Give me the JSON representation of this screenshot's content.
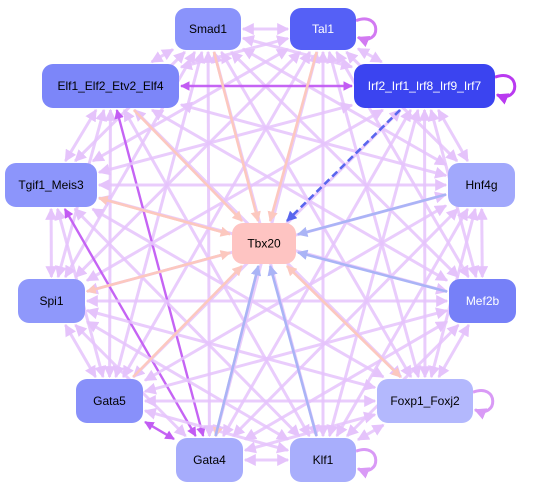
{
  "graph": {
    "center": "Tbx20",
    "nodes": [
      {
        "id": "Smad1",
        "label": "Smad1",
        "fill": "#8a93fb",
        "text_color": "#000000"
      },
      {
        "id": "Tal1",
        "label": "Tal1",
        "fill": "#5560f6",
        "text_color": "#ffffff"
      },
      {
        "id": "Elf",
        "label": "Elf1_Elf2_Etv2_Elf4",
        "fill": "#7c86f9",
        "text_color": "#000000"
      },
      {
        "id": "Irf",
        "label": "Irf2_Irf1_Irf8_Irf9_Irf7",
        "fill": "#3b44f0",
        "text_color": "#ffffff"
      },
      {
        "id": "Tgif1",
        "label": "Tgif1_Meis3",
        "fill": "#8c95fb",
        "text_color": "#000000"
      },
      {
        "id": "Hnf4g",
        "label": "Hnf4g",
        "fill": "#a1a8fc",
        "text_color": "#000000"
      },
      {
        "id": "Tbx20",
        "label": "Tbx20",
        "fill": "#fec4c2",
        "text_color": "#000000"
      },
      {
        "id": "Spi1",
        "label": "Spi1",
        "fill": "#8f98fb",
        "text_color": "#000000"
      },
      {
        "id": "Mef2b",
        "label": "Mef2b",
        "fill": "#7680f8",
        "text_color": "#ffffff"
      },
      {
        "id": "Gata5",
        "label": "Gata5",
        "fill": "#8890fa",
        "text_color": "#000000"
      },
      {
        "id": "Foxp1",
        "label": "Foxp1_Foxj2",
        "fill": "#b3b8fd",
        "text_color": "#000000"
      },
      {
        "id": "Gata4",
        "label": "Gata4",
        "fill": "#a6acfc",
        "text_color": "#000000"
      },
      {
        "id": "Klf1",
        "label": "Klf1",
        "fill": "#a8aefc",
        "text_color": "#000000"
      }
    ],
    "edges_to_center": [
      {
        "from": "Smad1",
        "color": "#fcc8bf"
      },
      {
        "from": "Tal1",
        "color": "#fcc8bf"
      },
      {
        "from": "Elf",
        "color": "#fcc8bf"
      },
      {
        "from": "Irf",
        "color": "#5a66ee"
      },
      {
        "from": "Tgif1",
        "color": "#fcc8bf"
      },
      {
        "from": "Hnf4g",
        "color": "#aab4f6"
      },
      {
        "from": "Spi1",
        "color": "#fcc8bf"
      },
      {
        "from": "Mef2b",
        "color": "#aab4f6"
      },
      {
        "from": "Gata5",
        "color": "#fcc8bf"
      },
      {
        "from": "Foxp1",
        "color": "#fcc8bf"
      },
      {
        "from": "Gata4",
        "color": "#aab4f6"
      },
      {
        "from": "Klf1",
        "color": "#aab4f6"
      }
    ],
    "edges_from_center": [
      "Foxp1",
      "Gata4",
      "Spi1",
      "Tgif1"
    ],
    "self_loops": [
      {
        "node": "Tal1",
        "color": "#d27af2"
      },
      {
        "node": "Irf",
        "color": "#b93af0"
      },
      {
        "node": "Foxp1",
        "color": "#d99af6"
      },
      {
        "node": "Klf1",
        "color": "#d99af6"
      }
    ],
    "strong_edges": [
      [
        "Elf",
        "Gata4"
      ],
      [
        "Tgif1",
        "Gata4"
      ],
      [
        "Elf",
        "Irf"
      ],
      [
        "Gata5",
        "Gata4"
      ]
    ],
    "edge_colors": {
      "mesh": "#e5c3fb",
      "strong": "#c25cf3"
    }
  }
}
